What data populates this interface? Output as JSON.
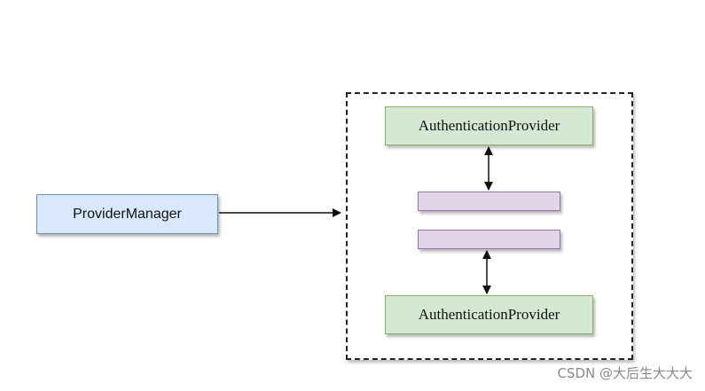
{
  "diagram": {
    "manager_label": "ProviderManager",
    "provider_top_label": "AuthenticationProvider",
    "provider_bottom_label": "AuthenticationProvider"
  },
  "watermark": "CSDN @大后生大大大",
  "colors": {
    "manager_fill": "#dae8fc",
    "manager_stroke": "#6c8ebf",
    "provider_fill": "#d5e8d4",
    "provider_stroke": "#82b366",
    "placeholder_fill": "#e1d5e7",
    "placeholder_stroke": "#9673a6"
  }
}
